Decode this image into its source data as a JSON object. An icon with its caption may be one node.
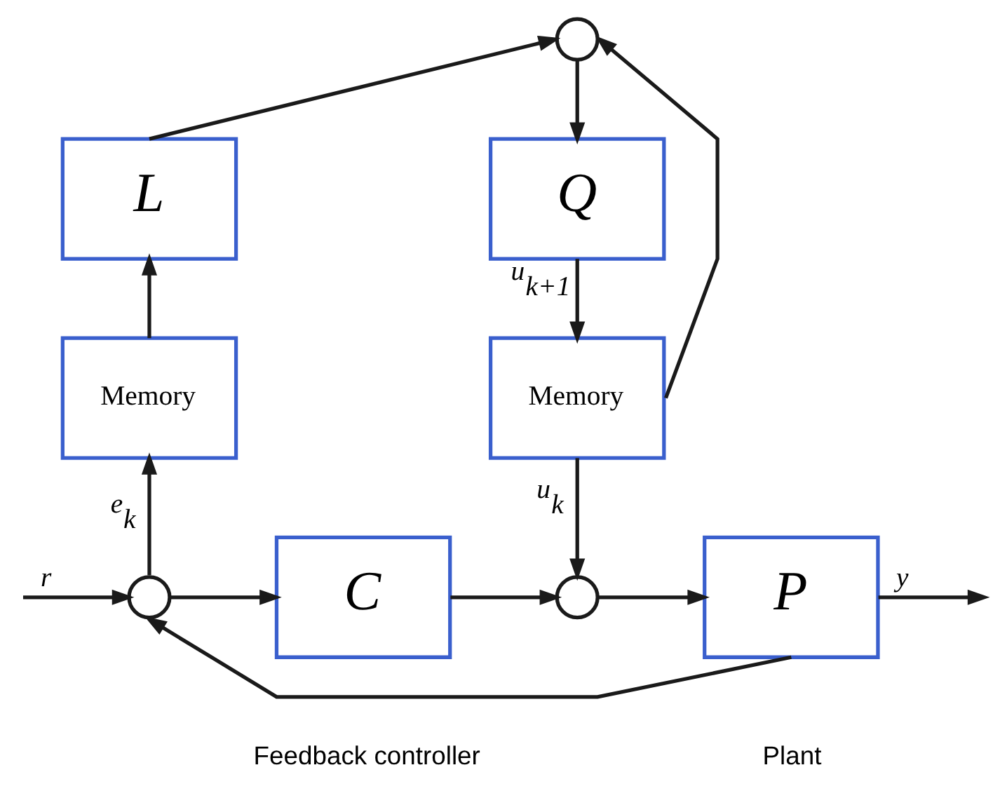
{
  "diagram": {
    "nodes": [
      {
        "text": [],
        "shape": "circle"
      },
      {
        "text": [
          "L"
        ]
      },
      {
        "text": [
          "Q"
        ]
      },
      {
        "text": [
          "Memory"
        ]
      },
      {
        "text": [
          "Memory"
        ]
      },
      {
        "text": [],
        "shape": "circle"
      },
      {
        "text": [
          "C"
        ],
        "beside": [
          "Feedback controller"
        ]
      },
      {
        "text": [],
        "shape": "circle"
      },
      {
        "text": [
          "P"
        ],
        "beside": [
          "Plant"
        ]
      }
    ],
    "edges": [
      {
        "from": null,
        "to": 5,
        "arrow": "to",
        "label": "r"
      },
      {
        "from": 5,
        "to": 6,
        "arrow": "to"
      },
      {
        "from": 5,
        "to": 3,
        "arrow": "to",
        "label": "e$_{k}$"
      },
      {
        "from": 3,
        "to": 1,
        "arrow": "to"
      },
      {
        "from": 1,
        "to": 0,
        "arrow": "to"
      },
      {
        "from": 0,
        "to": 2,
        "arrow": "to"
      },
      {
        "from": 2,
        "to": 4,
        "arrow": "to",
        "label": "u$_{k+1}$"
      },
      {
        "from": 4,
        "to": 7,
        "arrow": "to",
        "label": "u$_{k}$"
      },
      {
        "from": 4,
        "to": 0,
        "arrow": "to"
      },
      {
        "from": 6,
        "to": 7,
        "arrow": "to"
      },
      {
        "from": 7,
        "to": 8,
        "arrow": "to"
      },
      {
        "from": 8,
        "to": null,
        "arrow": "to",
        "label": "y"
      },
      {
        "from": 8,
        "to": 5,
        "arrow": "to"
      }
    ]
  }
}
